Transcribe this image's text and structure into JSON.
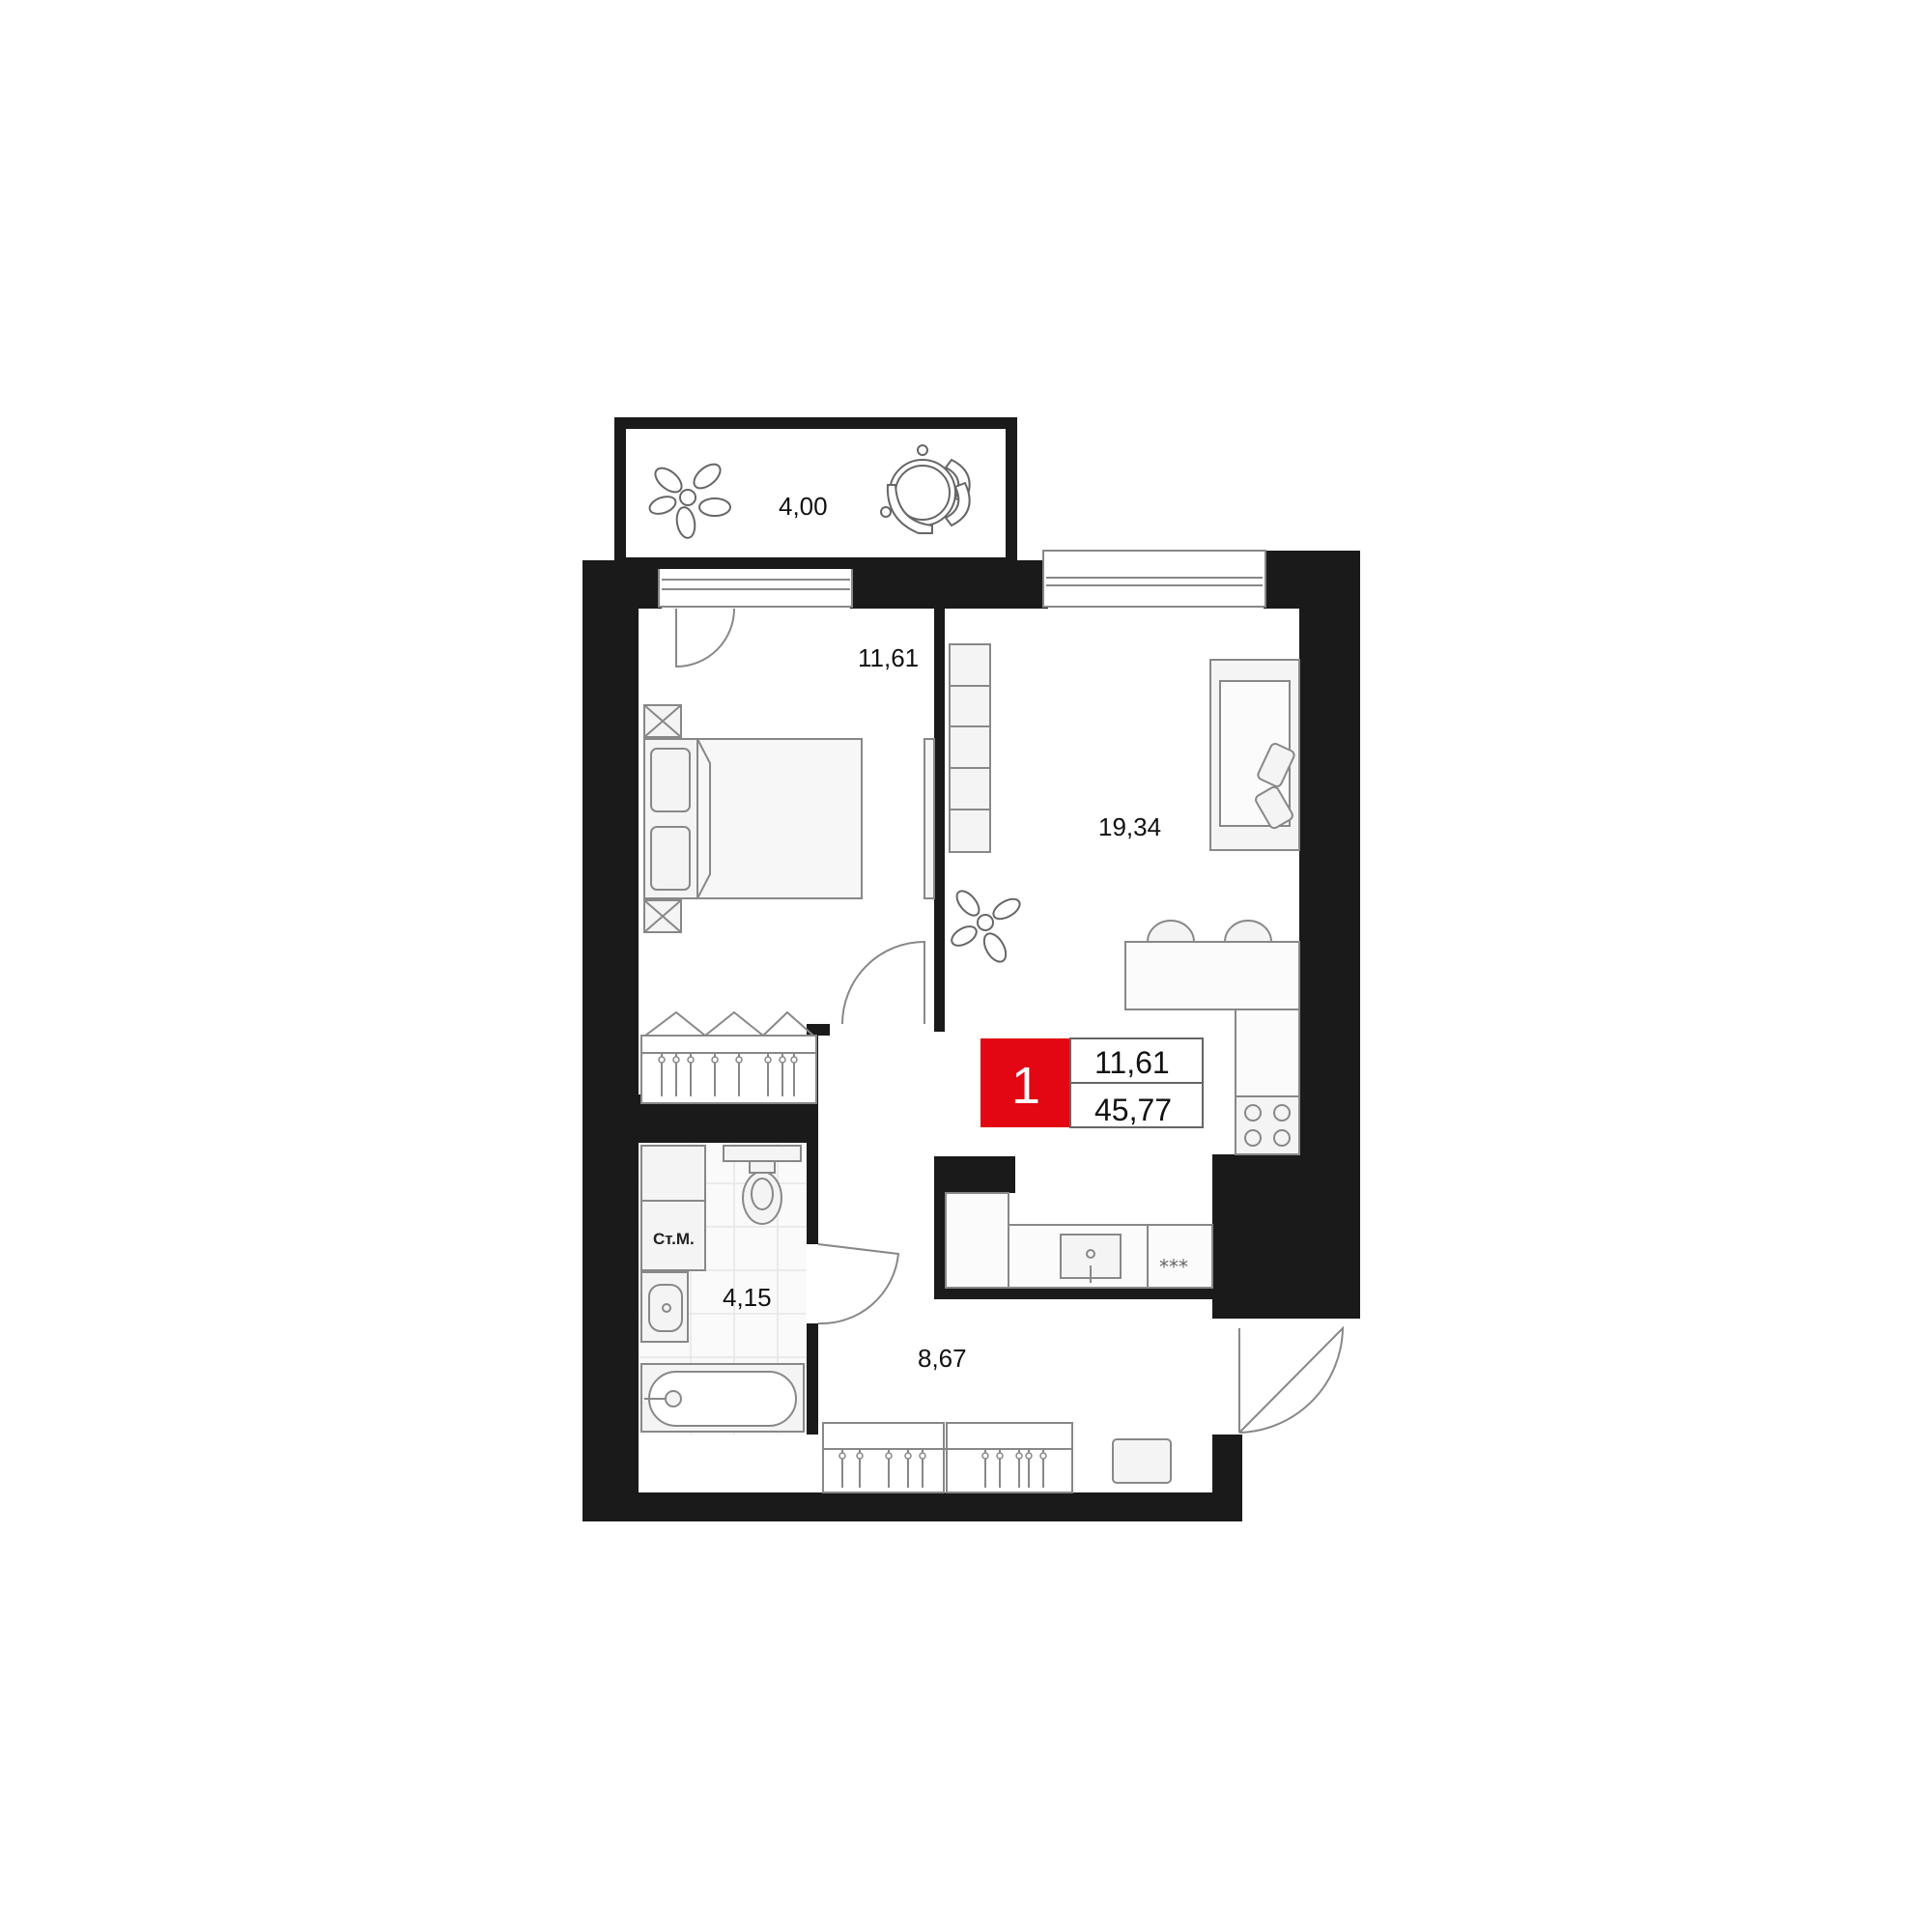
{
  "plan": {
    "rooms": {
      "balcony": "4,00",
      "bedroom": "11,61",
      "living": "19,34",
      "bathroom": "4,15",
      "hall": "8,67"
    },
    "washing_machine_label": "Ст.М.",
    "stove_symbol": "⁎⁎⁎"
  },
  "badge": {
    "rooms_count": "1",
    "living_area": "11,61",
    "total_area": "45,77",
    "accent_color": "#e30613"
  },
  "colors": {
    "wall": "#1a1a1a",
    "furniture_fill": "#f4f4f4",
    "furniture_stroke": "#888888"
  }
}
